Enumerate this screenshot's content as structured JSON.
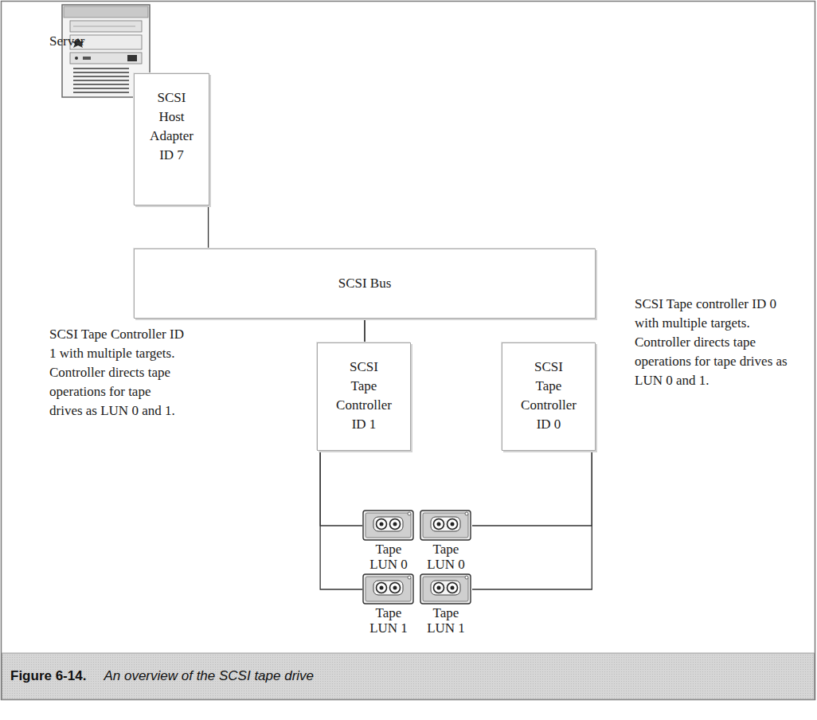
{
  "diagram": {
    "caption": "An overview of the SCSI tape drive",
    "nodes": [
      {
        "text": [
          "SCSI Host Adapter ID 7"
        ]
      },
      {
        "text": [
          "SCSI Bus"
        ]
      },
      {
        "text": [
          "SCSI Tape Controller ID 1"
        ]
      },
      {
        "text": [
          "SCSI Tape Controller ID 0"
        ]
      },
      {
        "text": [
          "Tape LUN 0"
        ]
      },
      {
        "text": [
          "Tape LUN 0"
        ]
      },
      {
        "text": [
          "Tape LUN 1"
        ]
      },
      {
        "text": [
          "Tape LUN 1"
        ]
      }
    ],
    "edges": [
      {
        "from": 0,
        "to": 1,
        "arrow": "none"
      },
      {
        "from": 1,
        "to": 2,
        "arrow": "none"
      },
      {
        "from": 1,
        "to": 3,
        "arrow": "none"
      },
      {
        "from": 2,
        "to": 4,
        "arrow": "none"
      },
      {
        "from": 2,
        "to": 6,
        "arrow": "none"
      },
      {
        "from": 3,
        "to": 5,
        "arrow": "none"
      },
      {
        "from": 3,
        "to": 7,
        "arrow": "none"
      }
    ],
    "labels": [
      "Server",
      "SCSI Tape Controller ID 1 with multiple targets. Controller directs tape operations for tape drives as LUN 0 and 1.",
      "SCSI Tape controller ID 0 with multiple targets. Controller directs tape operations for tape drives as LUN 0 and 1.",
      "Figure 6-14."
    ]
  }
}
